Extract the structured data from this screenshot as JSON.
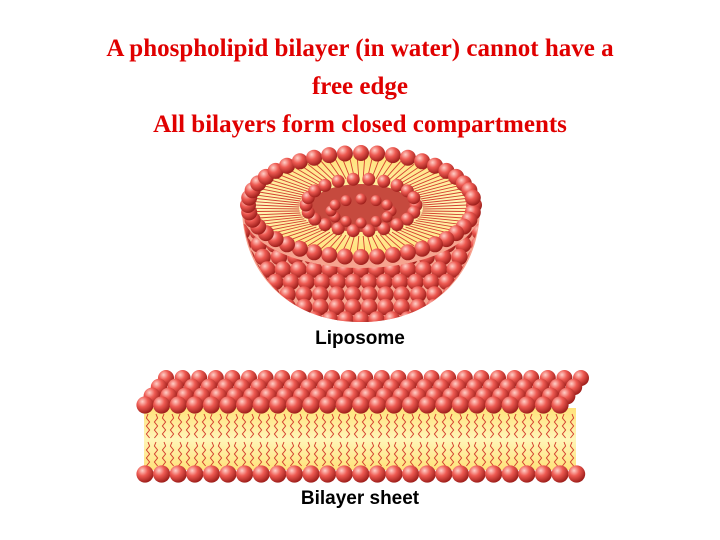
{
  "title": {
    "line1": "A phospholipid bilayer (in water) cannot have a",
    "line2": "free edge",
    "line3": "All bilayers form closed compartments"
  },
  "figure": {
    "liposome_label": "Liposome",
    "sheet_label": "Bilayer sheet"
  },
  "colors": {
    "title": "#e00000",
    "head_highlight": "#ffd0c8",
    "head_base": "#e8504a",
    "head_shadow": "#a0201c",
    "tail_core": "#fdf29a",
    "tail_line": "#d44030"
  }
}
